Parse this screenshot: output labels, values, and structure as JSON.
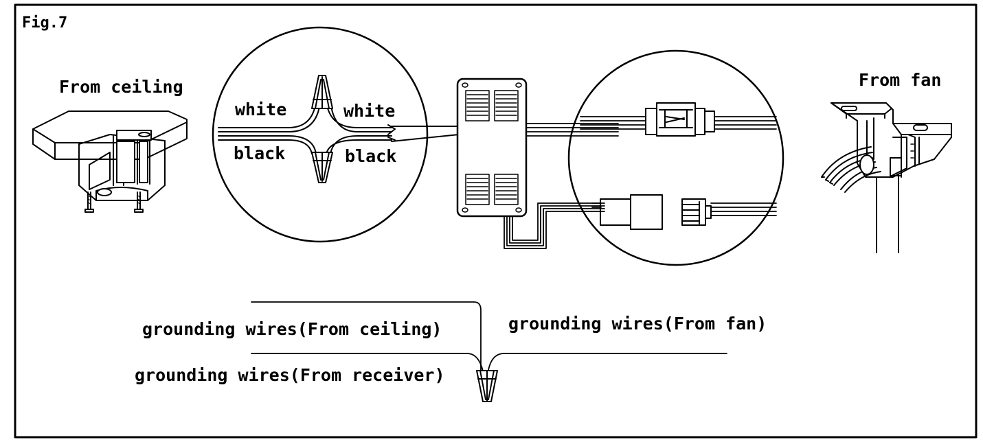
{
  "figure": {
    "label": "Fig.7",
    "labels": {
      "from_ceiling": "From ceiling",
      "from_fan": "From fan",
      "white_left": "white",
      "white_right": "white",
      "black_left": "black",
      "black_right": "black",
      "ground_ceiling": "grounding wires(From ceiling)",
      "ground_fan": "grounding wires(From fan)",
      "ground_receiver": "grounding wires(From receiver)"
    }
  }
}
